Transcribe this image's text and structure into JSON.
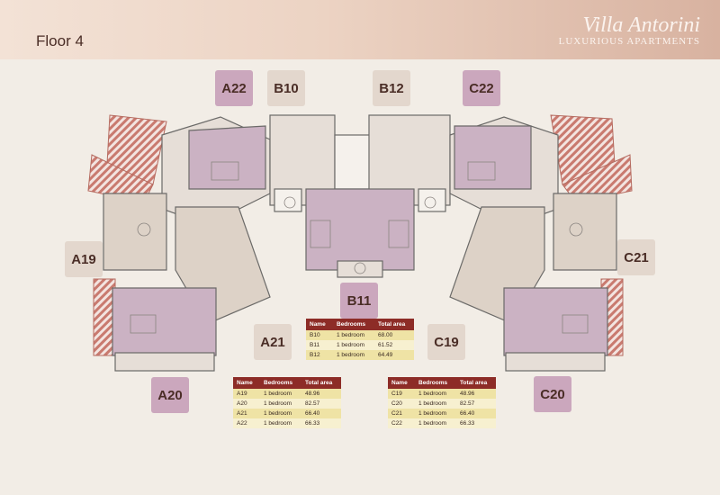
{
  "header": {
    "floor": "Floor 4"
  },
  "brand": {
    "name": "Villa Antorini",
    "tagline": "LUXURIOUS APARTMENTS"
  },
  "units": {
    "A22": "A22",
    "B10": "B10",
    "B12": "B12",
    "C22": "C22",
    "A19": "A19",
    "C21": "C21",
    "B11": "B11",
    "A21": "A21",
    "C19": "C19",
    "A20": "A20",
    "C20": "C20"
  },
  "tables": {
    "columns": [
      "Name",
      "Bedrooms",
      "Total area"
    ],
    "b": [
      [
        "B10",
        "1 bedroom",
        "68.00"
      ],
      [
        "B11",
        "1 bedroom",
        "61.52"
      ],
      [
        "B12",
        "1 bedroom",
        "64.49"
      ]
    ],
    "a": [
      [
        "A19",
        "1 bedroom",
        "48.96"
      ],
      [
        "A20",
        "1 bedroom",
        "82.57"
      ],
      [
        "A21",
        "1 bedroom",
        "66.40"
      ],
      [
        "A22",
        "1 bedroom",
        "66.33"
      ]
    ],
    "c": [
      [
        "C19",
        "1 bedroom",
        "48.96"
      ],
      [
        "C20",
        "1 bedroom",
        "82.57"
      ],
      [
        "C21",
        "1 bedroom",
        "66.40"
      ],
      [
        "C22",
        "1 bedroom",
        "66.33"
      ]
    ]
  },
  "colors": {
    "header_brown": "#8d2c27",
    "unit_a": "#cba7bd",
    "unit_b": "#e3d7cd",
    "row_light": "#f7f0d0",
    "row_dark": "#efe3a5"
  }
}
